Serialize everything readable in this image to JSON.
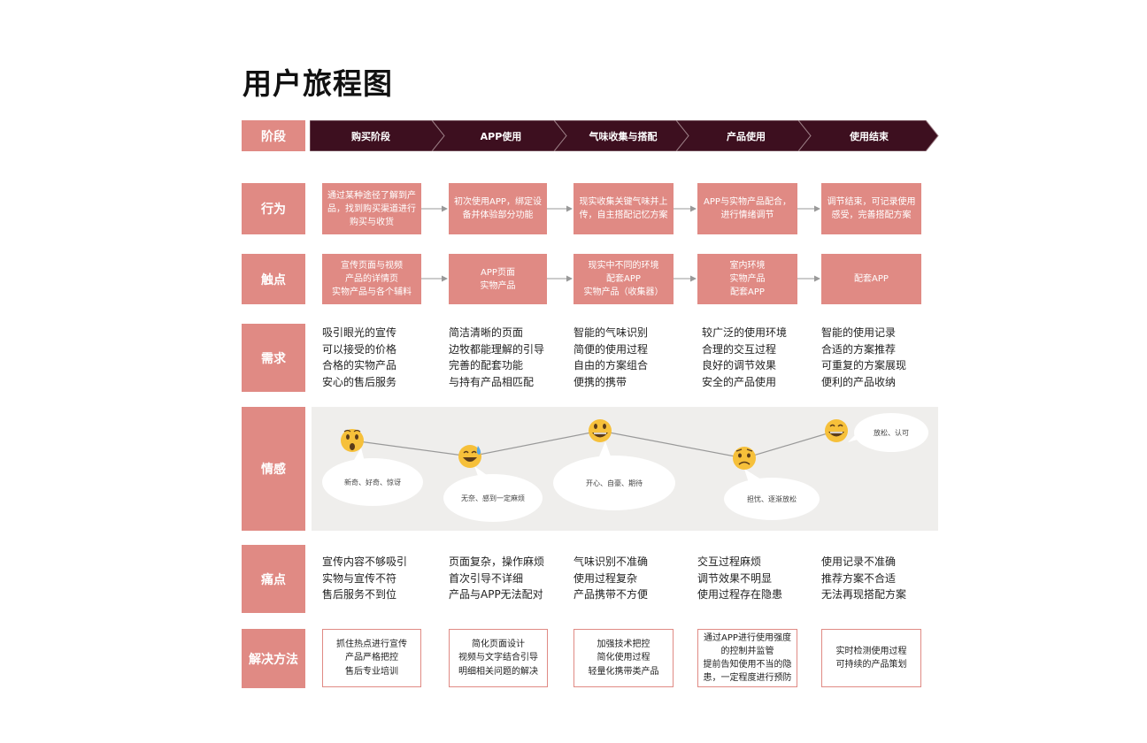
{
  "title": "用户旅程图",
  "labels": {
    "stage": "阶段",
    "behavior": "行为",
    "touchpoint": "触点",
    "needs": "需求",
    "emotion": "情感",
    "pain": "痛点",
    "solution": "解决方法"
  },
  "stages": [
    "购买阶段",
    "APP使用",
    "气味收集与搭配",
    "产品使用",
    "使用结束"
  ],
  "behaviors": [
    "通过某种途径了解到产\n品，找到购买渠道进行\n购买与收货",
    "初次使用APP，绑定设\n备并体验部分功能",
    "现实收集关键气味并上\n传，自主搭配记忆方案",
    "APP与实物产品配合，\n进行情绪调节",
    "调节结束，可记录使用\n感受，完善搭配方案"
  ],
  "touchpoints": [
    "宣传页面与视频\n产品的详情页\n实物产品与各个辅料",
    "APP页面\n实物产品",
    "现实中不同的环境\n配套APP\n实物产品（收集器）",
    "室内环境\n实物产品\n配套APP",
    "配套APP"
  ],
  "needs": [
    "吸引眼光的宣传\n可以接受的价格\n合格的实物产品\n安心的售后服务",
    "简洁清晰的页面\n边牧都能理解的引导\n完善的配套功能\n与持有产品相匹配",
    "智能的气味识别\n简便的使用过程\n自由的方案组合\n便携的携带",
    "较广泛的使用环境\n合理的交互过程\n良好的调节效果\n安全的产品使用",
    "智能的使用记录\n合适的方案推荐\n可重复的方案展现\n便利的产品收纳"
  ],
  "emotions": [
    {
      "text": "新奇、好奇、惊讶",
      "icon": "surprised-face-icon",
      "level": 0.72
    },
    {
      "text": "无奈、感到一定麻烦",
      "icon": "sweat-smile-face-icon",
      "level": 0.35
    },
    {
      "text": "开心、自豪、期待",
      "icon": "grin-face-icon",
      "level": 0.92
    },
    {
      "text": "担忧、逐渐放松",
      "icon": "worried-face-icon",
      "level": 0.3
    },
    {
      "text": "放松、认可",
      "icon": "grin-face-icon",
      "level": 0.85
    }
  ],
  "pains": [
    "宣传内容不够吸引\n实物与宣传不符\n售后服务不到位",
    "页面复杂，操作麻烦\n首次引导不详细\n产品与APP无法配对",
    "气味识别不准确\n使用过程复杂\n产品携带不方便",
    "交互过程麻烦\n调节效果不明显\n使用过程存在隐患",
    "使用记录不准确\n推荐方案不合适\n无法再现搭配方案"
  ],
  "solutions": [
    "抓住热点进行宣传\n产品严格把控\n售后专业培训",
    "简化页面设计\n视频与文字结合引导\n明细相关问题的解决",
    "加强技术把控\n简化使用过程\n轻量化携带类产品",
    "通过APP进行使用强度\n的控制并监管\n提前告知使用不当的隐\n患，一定程度进行预防",
    "实时检测使用过程\n可持续的产品策划"
  ],
  "colors": {
    "accent": "#e08a84",
    "stage": "#3d0f1f",
    "panel": "#efeeec"
  }
}
